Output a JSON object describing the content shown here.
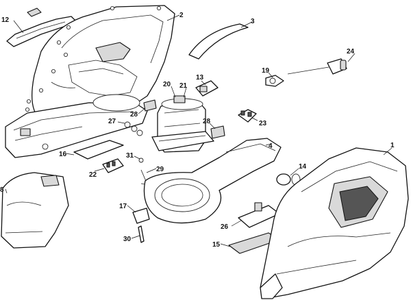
{
  "callouts": {
    "c1": "1",
    "c2": "2",
    "c3": "3",
    "c4": "4",
    "c8": "8",
    "c12": "12",
    "c13": "13",
    "c14": "14",
    "c15": "15",
    "c16": "16",
    "c17": "17",
    "c19": "19",
    "c20": "20",
    "c21": "21",
    "c22": "22",
    "c23": "23",
    "c24": "24",
    "c26": "26",
    "c27": "27",
    "c28a": "28",
    "c28b": "28",
    "c29": "29",
    "c30": "30",
    "c31": "31"
  }
}
